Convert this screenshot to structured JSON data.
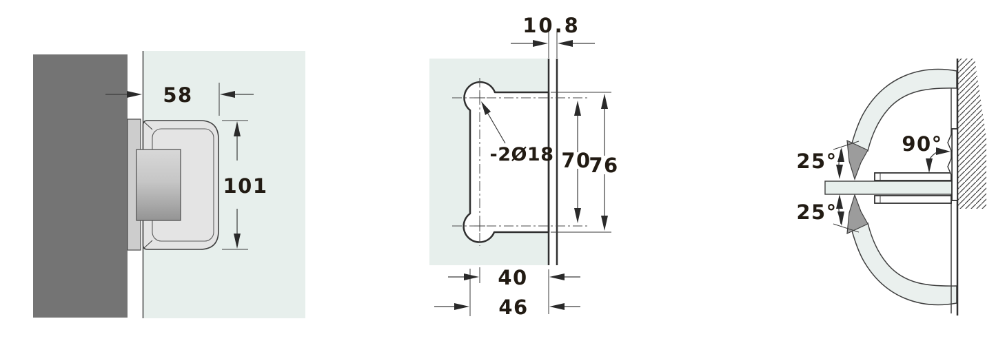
{
  "page": {
    "background": "#ffffff",
    "description": "glass door hinge technical drawing, three views"
  },
  "colors": {
    "glass": "#e7efec",
    "wall": "#747474",
    "metal_body": "#e4e4e4",
    "metal_plate": "#cdcdcd",
    "knuckle_light": "#d8d8d8",
    "knuckle_dark": "#949494",
    "outline": "#2f2f2f",
    "dim_text": "#221b13",
    "sweep_band": "#eaf0ee",
    "sweep_arrow": "#9c9c9c"
  },
  "views": {
    "side": {
      "name": "side elevation",
      "width": "58",
      "height": "101"
    },
    "front": {
      "name": "glass cutout front view",
      "glass_thickness": "10.8",
      "holes": "-2Ø18",
      "hole_spacing": "70",
      "cutout_height": "76",
      "hole_center_inset": "40",
      "cutout_depth": "46"
    },
    "top": {
      "name": "top swing view",
      "closed_angle": "90°",
      "swing_upper": "25°",
      "swing_lower": "25°"
    }
  }
}
